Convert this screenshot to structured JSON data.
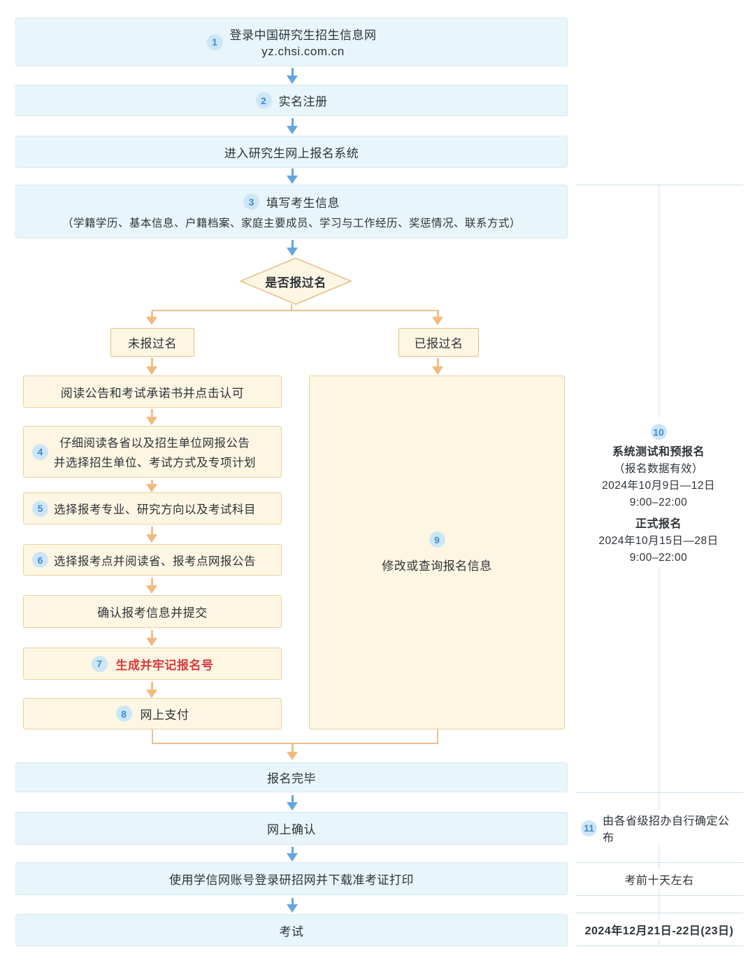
{
  "colors": {
    "process_box_fill": "#e8f5fa",
    "process_box_border": "#d5eaf2",
    "branch_box_fill": "#fdf6e3",
    "branch_box_border": "#ebcf9d",
    "flow_arrow_blue": "#64a6e4",
    "flow_arrow_orange": "#f2b87e",
    "connector_orange": "#ebc189",
    "badge_fill": "#cde6f7",
    "badge_text": "#3c8bd5",
    "highlight_red": "#d93a3d",
    "sidebar_line": "#ccdfe7",
    "text": "#2e3338"
  },
  "flow_top": [
    {
      "num": "1",
      "label": "登录中国研究生招生信息网",
      "sublabel": "yz.chsi.com.cn"
    },
    {
      "num": "2",
      "label": "实名注册"
    },
    {
      "label": "进入研究生网上报名系统"
    },
    {
      "num": "3",
      "label": "填写考生信息",
      "sublabel": "（学籍学历、基本信息、户籍档案、家庭主要成员、学习与工作经历、奖惩情况、联系方式）"
    }
  ],
  "decision": {
    "label": "是否报过名",
    "no_label": "未报过名",
    "yes_label": "已报过名"
  },
  "left_steps": [
    {
      "label": "阅读公告和考试承诺书并点击认可"
    },
    {
      "num": "4",
      "line1": "仔细阅读各省以及招生单位网报公告",
      "line2": "并选择招生单位、考试方式及专项计划"
    },
    {
      "num": "5",
      "label": "选择报考专业、研究方向以及考试科目"
    },
    {
      "num": "6",
      "label": "选择报考点并阅读省、报考点网报公告"
    },
    {
      "label": "确认报考信息并提交"
    },
    {
      "num": "7",
      "label": "生成并牢记报名号"
    },
    {
      "num": "8",
      "label": "网上支付"
    }
  ],
  "right_branch": {
    "num": "9",
    "label": "修改或查询报名信息"
  },
  "flow_bottom": [
    {
      "label": "报名完毕"
    },
    {
      "label": "网上确认"
    },
    {
      "label": "使用学信网账号登录研招网并下载准考证打印"
    },
    {
      "label": "考试"
    }
  ],
  "sidebar": {
    "block10": {
      "num": "10",
      "title": "系统测试和预报名",
      "note": "（报名数据有效）",
      "pre_date": "2024年10月9日—12日",
      "pre_time": "9:00–22:00",
      "formal_title": "正式报名",
      "formal_date": "2024年10月15日—28日",
      "formal_time": "9:00–22:00"
    },
    "row11": {
      "num": "11",
      "label": "由各省级招办自行确定公布"
    },
    "row12": {
      "label": "考前十天左右"
    },
    "row13": {
      "label": "2024年12月21日-22日(23日)"
    }
  }
}
